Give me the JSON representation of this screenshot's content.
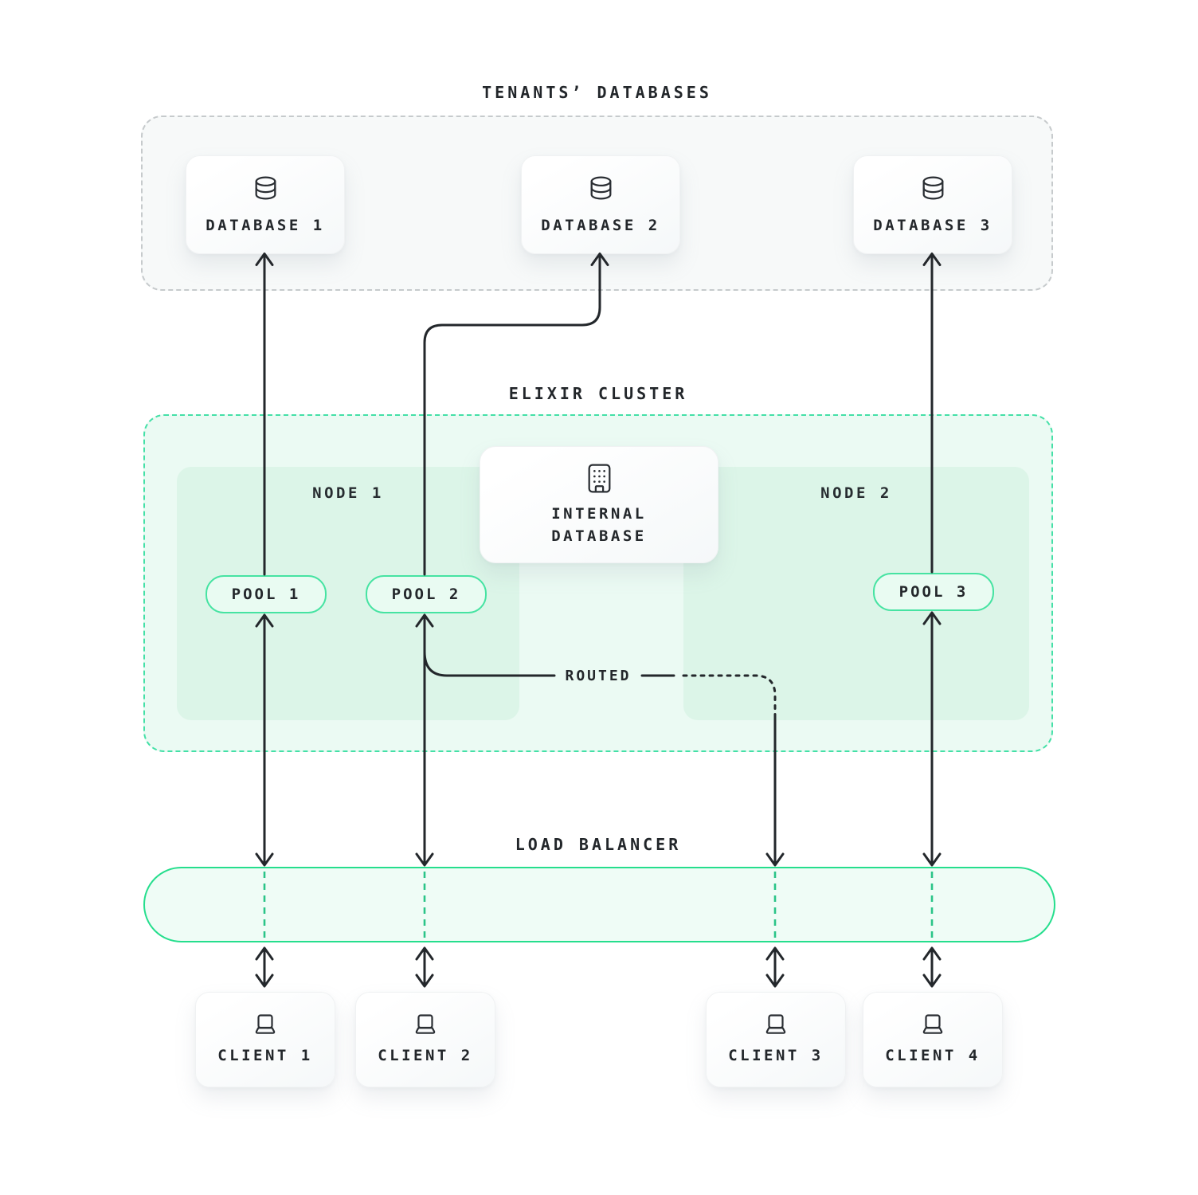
{
  "tenants": {
    "title": "TENANTS’ DATABASES",
    "databases": [
      {
        "label": "DATABASE 1",
        "icon": "database-icon"
      },
      {
        "label": "DATABASE 2",
        "icon": "database-icon"
      },
      {
        "label": "DATABASE 3",
        "icon": "database-icon"
      }
    ]
  },
  "cluster": {
    "title": "ELIXIR CLUSTER",
    "routed_label": "ROUTED",
    "internal_database": {
      "icon": "building-icon",
      "lines": [
        "INTERNAL",
        "DATABASE"
      ]
    },
    "nodes": [
      {
        "label": "NODE 1",
        "pools": [
          {
            "label": "POOL 1"
          },
          {
            "label": "POOL 2"
          }
        ]
      },
      {
        "label": "NODE 2",
        "pools": [
          {
            "label": "POOL 3"
          }
        ]
      }
    ]
  },
  "load_balancer": {
    "title": "LOAD BALANCER"
  },
  "clients": [
    {
      "label": "CLIENT 1",
      "icon": "laptop-icon"
    },
    {
      "label": "CLIENT 2",
      "icon": "laptop-icon"
    },
    {
      "label": "CLIENT 3",
      "icon": "laptop-icon"
    },
    {
      "label": "CLIENT 4",
      "icon": "laptop-icon"
    }
  ],
  "colors": {
    "accent_green": "#25DE8D",
    "pool_border_green": "#46E3A2",
    "cluster_dash_green": "#44E0A7",
    "lb_inner_dash_green": "#2AC488",
    "cluster_fill": "#EBFAF3",
    "node_fill": "#DCF5E8",
    "pool_fill": "#E9FBF2",
    "lb_fill": "#EFFCF6",
    "tenants_fill": "#F7F9F9",
    "tenants_dash_gray": "#C6CACC",
    "line_dark": "#23272B",
    "text_dark": "#23272B"
  }
}
